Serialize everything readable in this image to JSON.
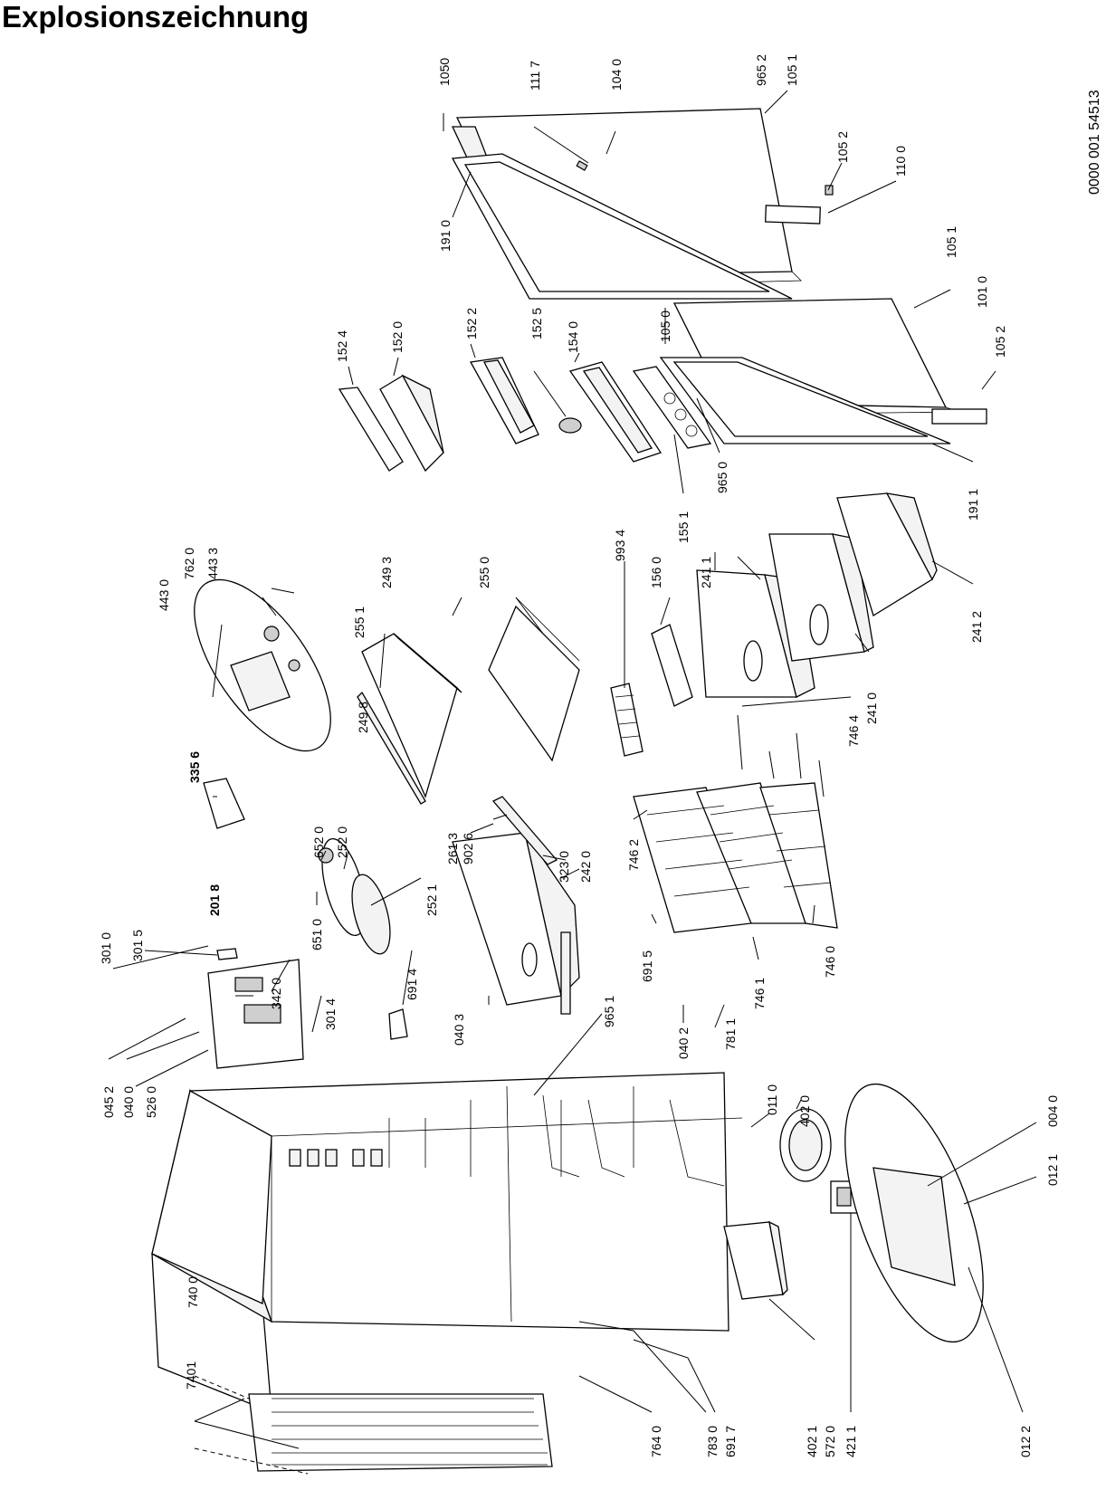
{
  "title": "Explosionszeichnung",
  "drawing_number": "0000 001 54513",
  "labels": {
    "p1050": "1050",
    "p1117": "111 7",
    "p1040": "104 0",
    "p9652": "965 2",
    "p1051a": "105 1",
    "p1052a": "105 2",
    "p1100": "110 0",
    "p1910": "191 0",
    "p1524": "152 4",
    "p1520": "152 0",
    "p1522": "152 2",
    "p1525": "152 5",
    "p1540": "154 0",
    "p1050b": "105 0",
    "p1051b": "105 1",
    "p1010": "101 0",
    "p1052b": "105 2",
    "p9650": "965 0",
    "p1551": "155 1",
    "p1911": "191 1",
    "p4430": "443 0",
    "p7620": "762 0",
    "p4433": "443 3",
    "p2551": "255 1",
    "p2493": "249 3",
    "p2550": "255 0",
    "p9934": "993 4",
    "p1560": "156 0",
    "p2411": "241 1",
    "p2498": "249 8",
    "p2412": "241 2",
    "p2410": "241 0",
    "p7464": "746 4",
    "p3356": "335 6",
    "p2018": "201 8",
    "p6520": "652 0",
    "p2520": "252 0",
    "p2613": "261 3",
    "p9026": "902 6",
    "p3230": "323 0",
    "p2420": "242 0",
    "p2521": "252 1",
    "p7462": "746 2",
    "p3010": "301 0",
    "p3015": "301 5",
    "p3420": "342 0",
    "p6510": "651 0",
    "p3014": "301 4",
    "p6914": "691 4",
    "p0403": "040 3",
    "p9651": "965 1",
    "p6915": "691 5",
    "p7460": "746 0",
    "p0402": "040 2",
    "p7811": "781 1",
    "p7461": "746 1",
    "p0452": "045 2",
    "p0400": "040 0",
    "p5260": "526 0",
    "p0110": "011 0",
    "p4020": "402 0",
    "p0040": "004 0",
    "p0121": "012 1",
    "p7400": "740 0",
    "p7401": "7401",
    "p7640": "764 0",
    "p7830": "783 0",
    "p6917": "691 7",
    "p4021": "402 1",
    "p5720": "572 0",
    "p4211": "421 1",
    "p0122": "012 2"
  }
}
